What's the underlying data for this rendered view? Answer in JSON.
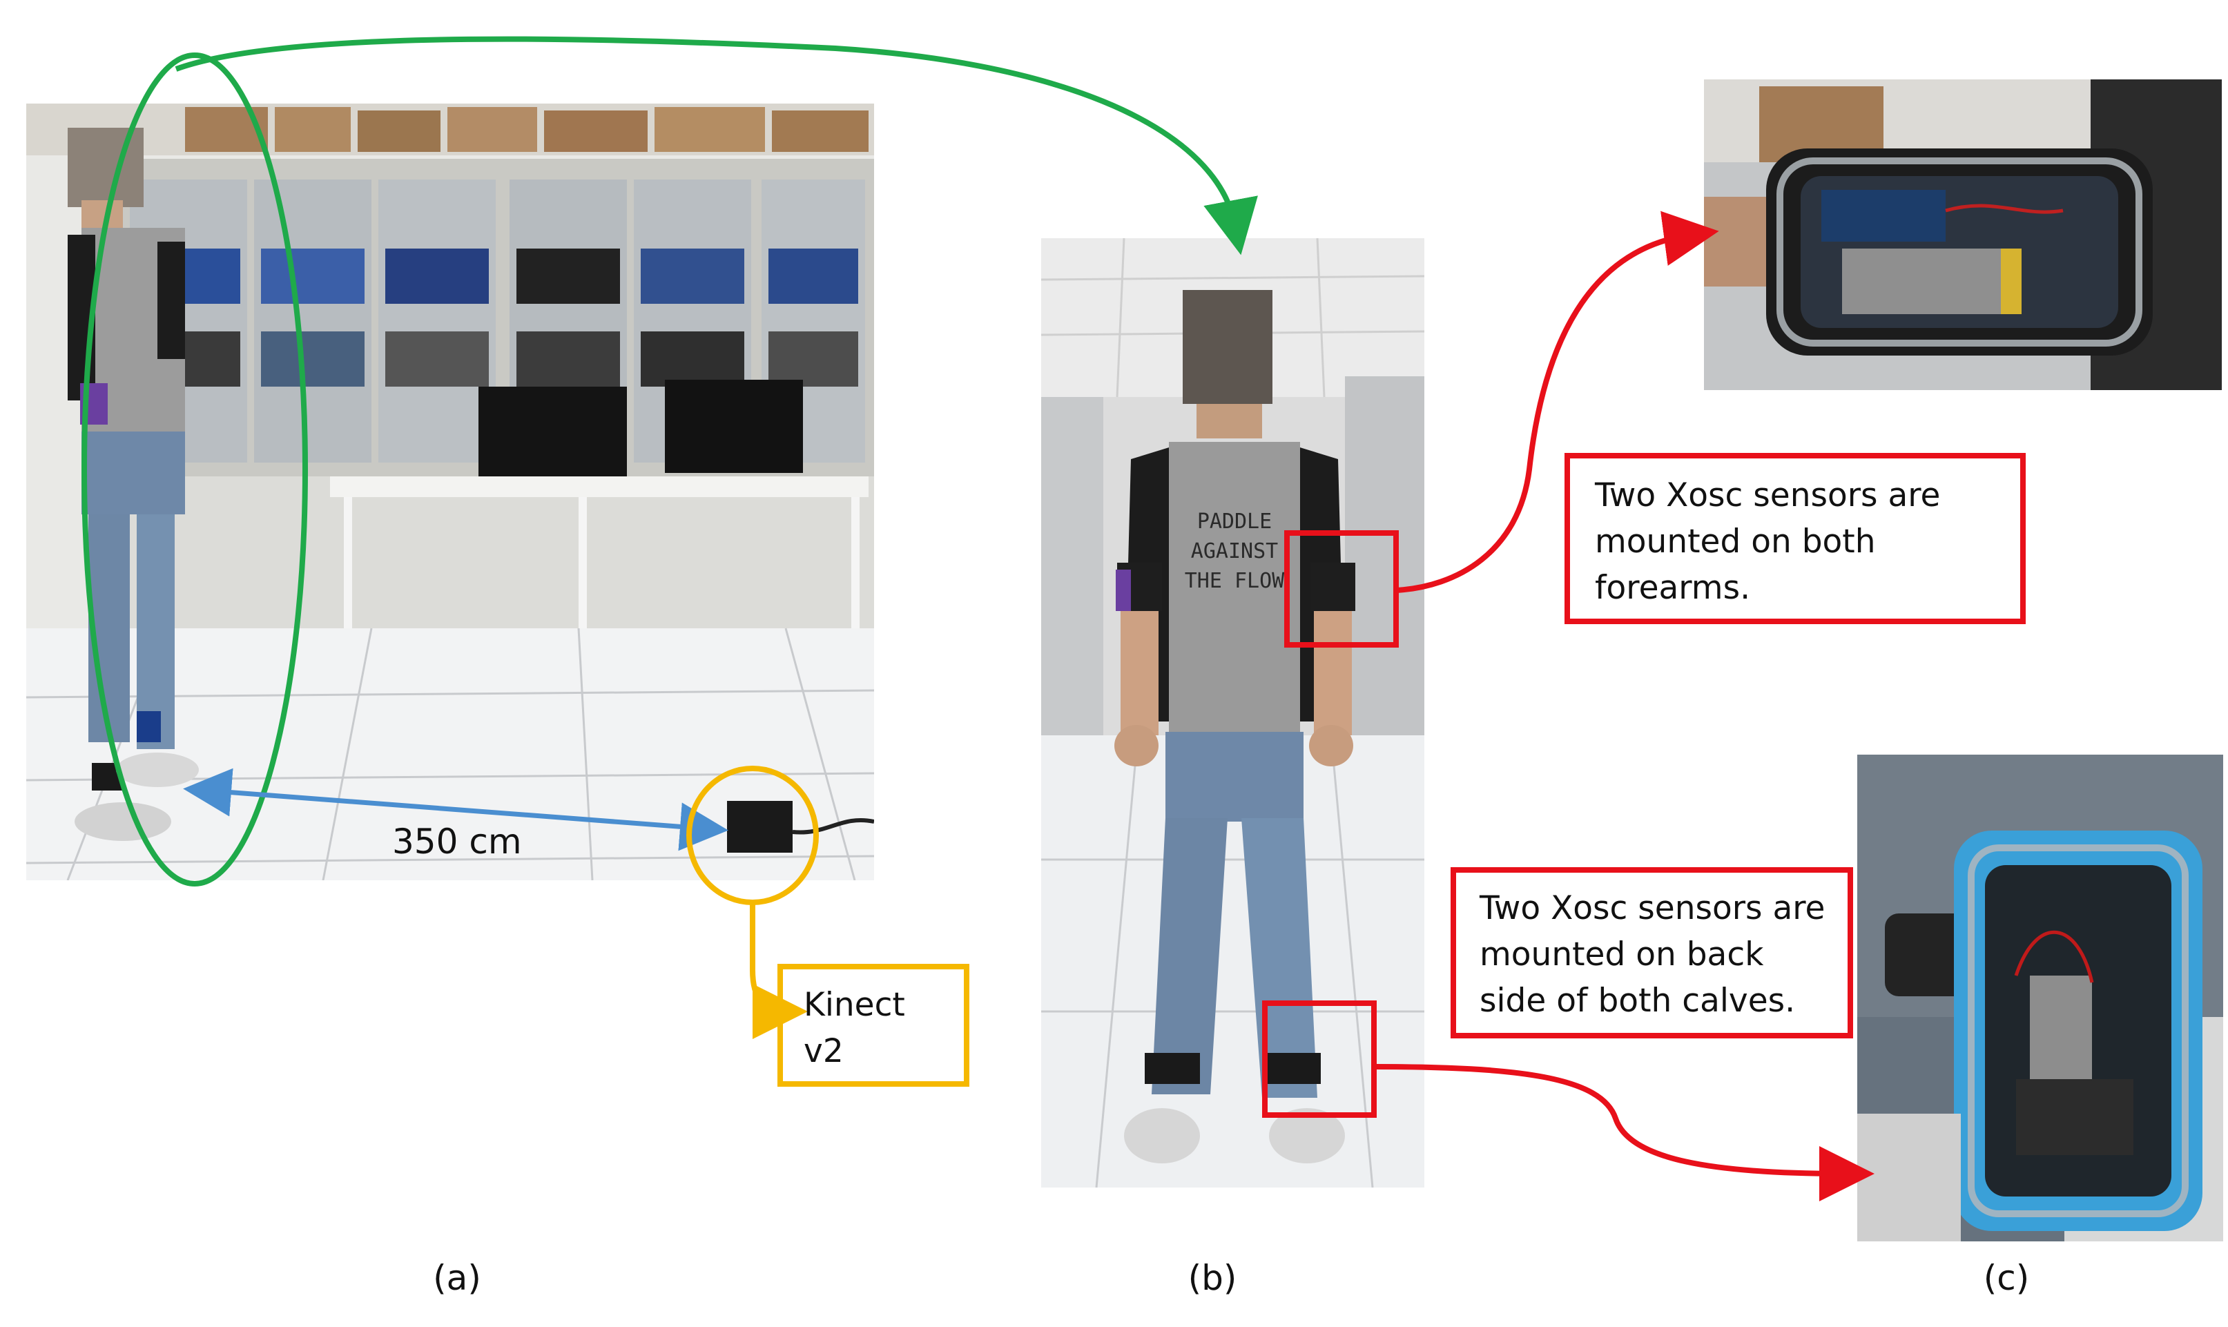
{
  "labels": {
    "distance": "350 cm",
    "kinect": [
      "Kinect",
      "v2"
    ],
    "forearm_note": [
      "Two Xosc sensors are",
      "mounted on both",
      "forearms."
    ],
    "calf_note": [
      "Two Xosc sensors are",
      "mounted on back",
      "side of both calves."
    ]
  },
  "captions": {
    "a": "(a)",
    "b": "(b)",
    "c": "(c)"
  },
  "shirt_text": [
    "PADDLE",
    "AGAINST",
    "THE FLOW"
  ],
  "colors": {
    "green": "#1faa4a",
    "yellow": "#f5b800",
    "red": "#e8101a",
    "blue": "#4a8ed0",
    "shirt": "#9a9a9a",
    "jeans": "#6e88a8",
    "sleeve": "#1c1c1c",
    "sensor_band_blue": "#3aa0d8"
  }
}
